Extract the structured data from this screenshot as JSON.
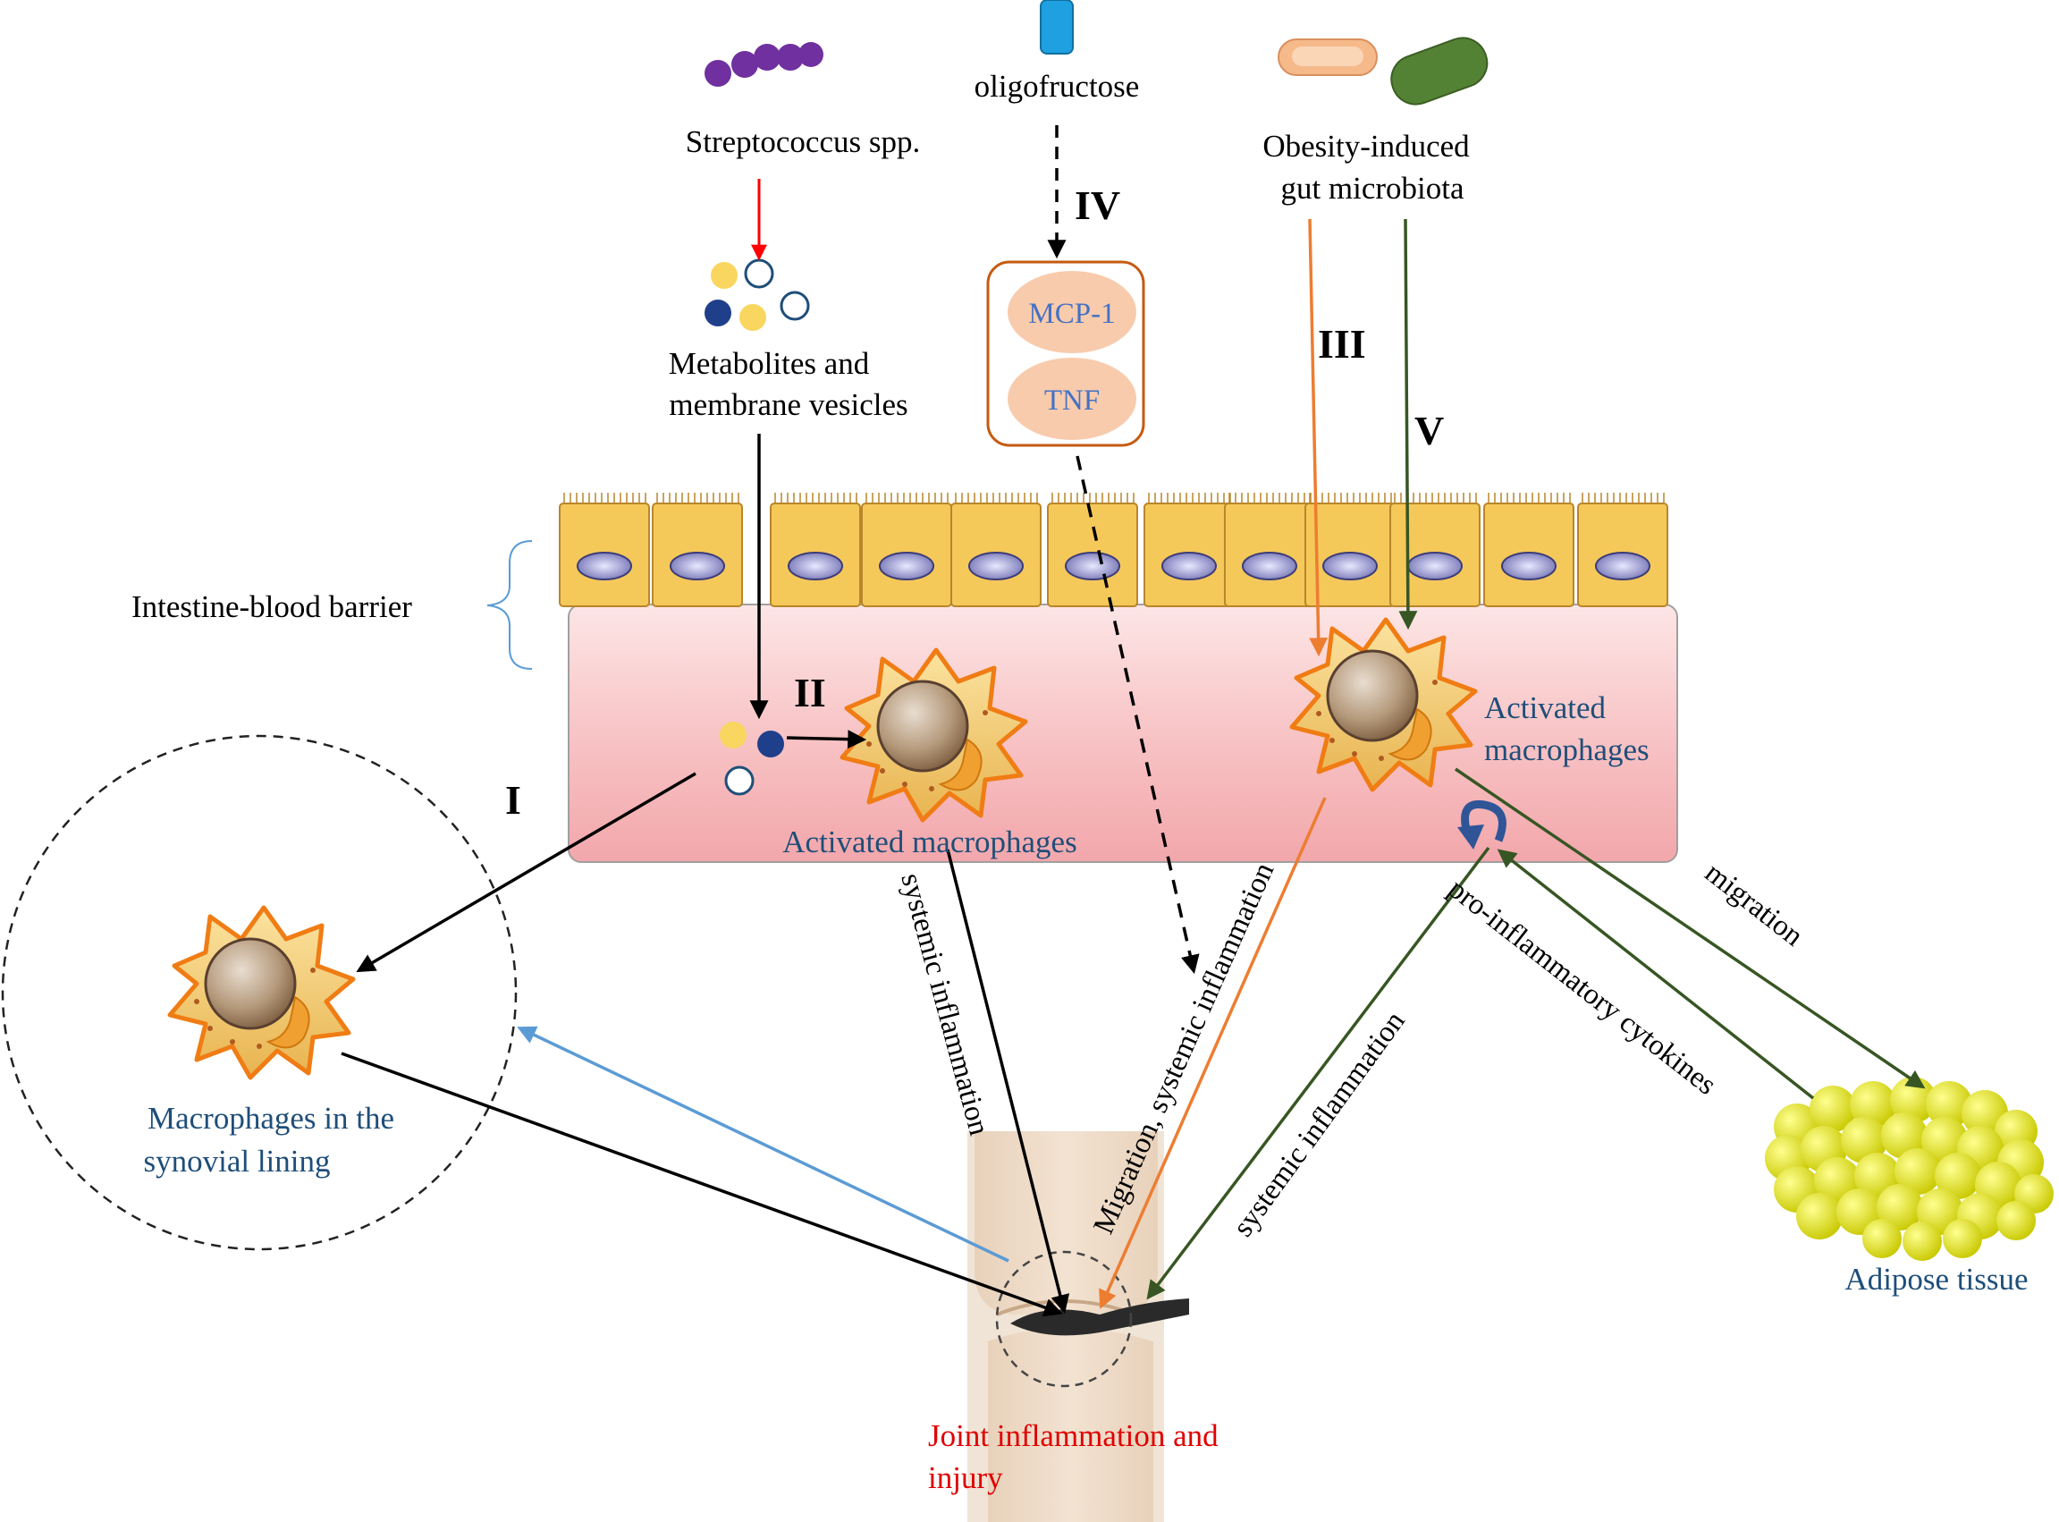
{
  "labels": {
    "streptococcus": "Streptococcus spp.",
    "oligofructose": "oligofructose",
    "obesity_line1": "Obesity-induced",
    "obesity_line2": "gut microbiota",
    "metabolites_line1": "Metabolites and",
    "metabolites_line2": "membrane vesicles",
    "mcp1": "MCP-1",
    "tnf": "TNF",
    "barrier": "Intestine-blood barrier",
    "activated_left": "Activated macrophages",
    "activated_right_line1": "Activated",
    "activated_right_line2": "macrophages",
    "synovial_line1": "Macrophages in the",
    "synovial_line2": "synovial lining",
    "joint_line1": "Joint inflammation and",
    "joint_line2": "injury",
    "adipose": "Adipose tissue",
    "systemic_1": "systemic inflammation",
    "migration_systemic": "Migration, systemic inflammation",
    "systemic_2": "systemic inflammation",
    "pro_inflammatory": "pro-inflammatory cytokines",
    "migration": "migration"
  },
  "pathways": {
    "I": "I",
    "II": "II",
    "III": "III",
    "IV": "IV",
    "V": "V"
  },
  "colors": {
    "text_blue": "#1f4e79",
    "text_red": "#e00000",
    "cytokine_blue": "#4472c4",
    "arrow_black": "#000000",
    "arrow_red": "#ff0000",
    "arrow_orange": "#ed7d31",
    "arrow_green": "#375623",
    "arrow_lightblue": "#5b9bd5",
    "blood_vessel": "#f9c9c9",
    "epithelium": "#f5c85a",
    "macrophage": "#f7c96b",
    "adipose": "#e8e800",
    "bacteria_purple": "#7030a0",
    "bacteria_green": "#548235"
  }
}
